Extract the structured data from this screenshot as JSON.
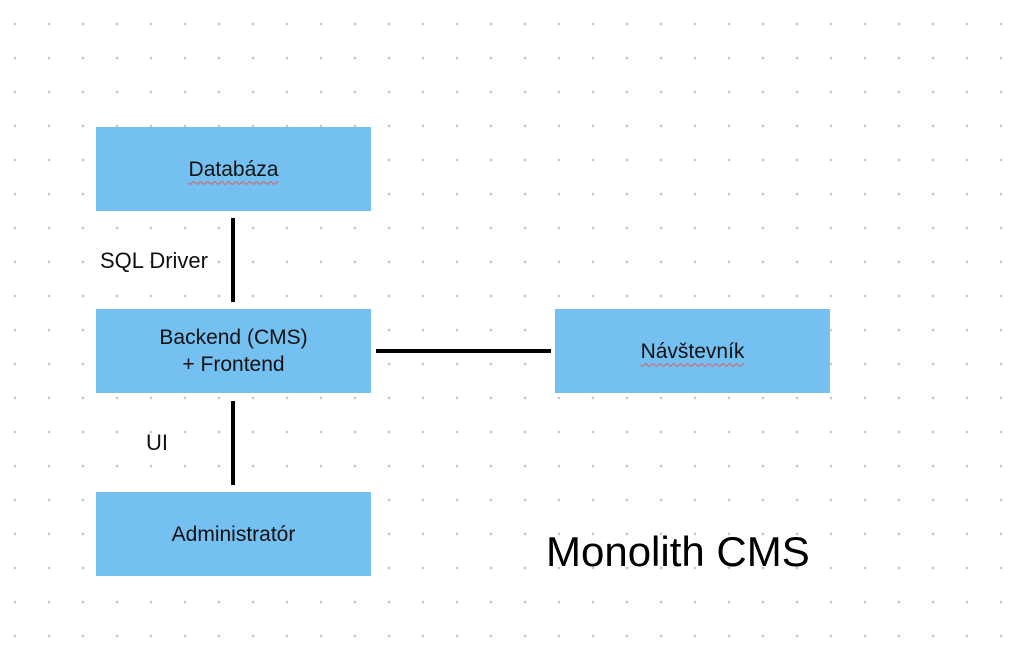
{
  "diagram": {
    "title": "Monolith CMS",
    "nodes": {
      "database": "Databáza",
      "backend_line1": "Backend (CMS)",
      "backend_line2": "+ Frontend",
      "visitor": "Návštevník",
      "administrator": "Administratór"
    },
    "edges": {
      "database_backend": "SQL Driver",
      "backend_admin": "UI"
    }
  },
  "colors": {
    "node_fill": "#74c0f0",
    "edge": "#000000",
    "grid_dot": "#c9c9c9"
  }
}
